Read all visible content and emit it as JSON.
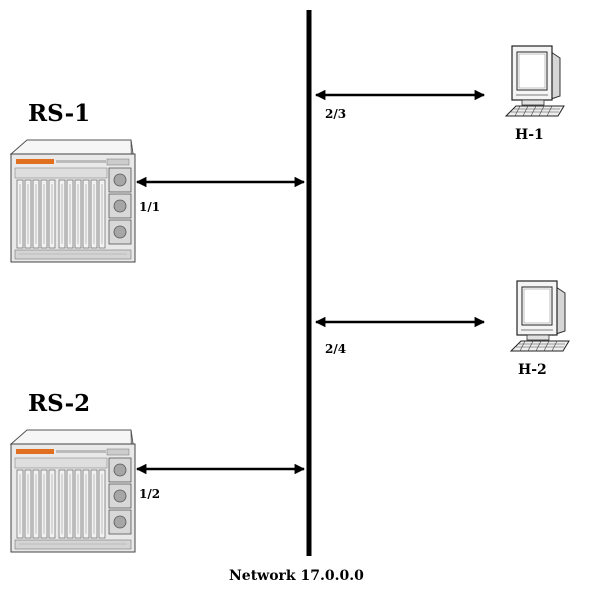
{
  "devices": {
    "rs1": {
      "label": "RS-1",
      "port": "1/1"
    },
    "rs2": {
      "label": "RS-2",
      "port": "1/2"
    },
    "h1": {
      "label": "H-1",
      "port": "2/3"
    },
    "h2": {
      "label": "H-2",
      "port": "2/4"
    }
  },
  "network": {
    "label": "Network 17.0.0.0"
  },
  "colors": {
    "line": "#000000",
    "chassis": "#e9e9e9",
    "accent": "#e07020"
  }
}
